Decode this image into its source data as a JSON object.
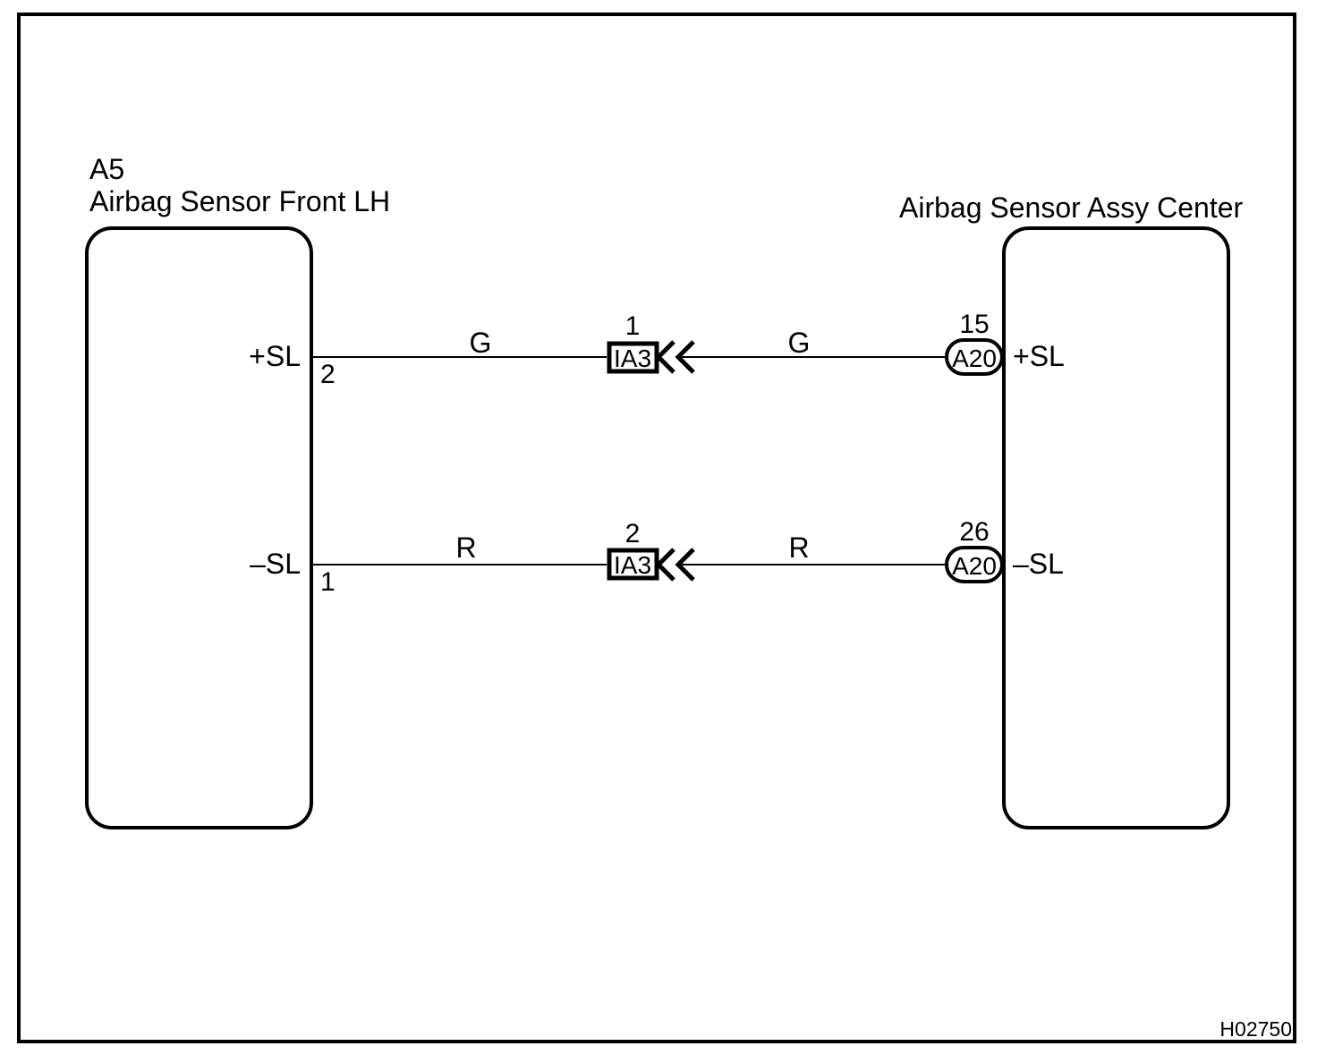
{
  "page": {
    "figure_id": "H02750",
    "background_color": "#ffffff",
    "line_color": "#000000"
  },
  "left_component": {
    "ref": "A5",
    "name": "Airbag Sensor Front LH"
  },
  "right_component": {
    "name": "Airbag Sensor Assy Center"
  },
  "icons": {
    "connector_arrows": "double-chevron-left"
  },
  "wires": [
    {
      "left_pin_label": "+SL",
      "left_pin_number": "2",
      "color_left": "G",
      "junction_pin": "1",
      "junction_label": "IA3",
      "color_right": "G",
      "right_pin_number": "15",
      "right_connector_label": "A20",
      "right_pin_label": "+SL"
    },
    {
      "left_pin_label": "–SL",
      "left_pin_number": "1",
      "color_left": "R",
      "junction_pin": "2",
      "junction_label": "IA3",
      "color_right": "R",
      "right_pin_number": "26",
      "right_connector_label": "A20",
      "right_pin_label": "–SL"
    }
  ]
}
